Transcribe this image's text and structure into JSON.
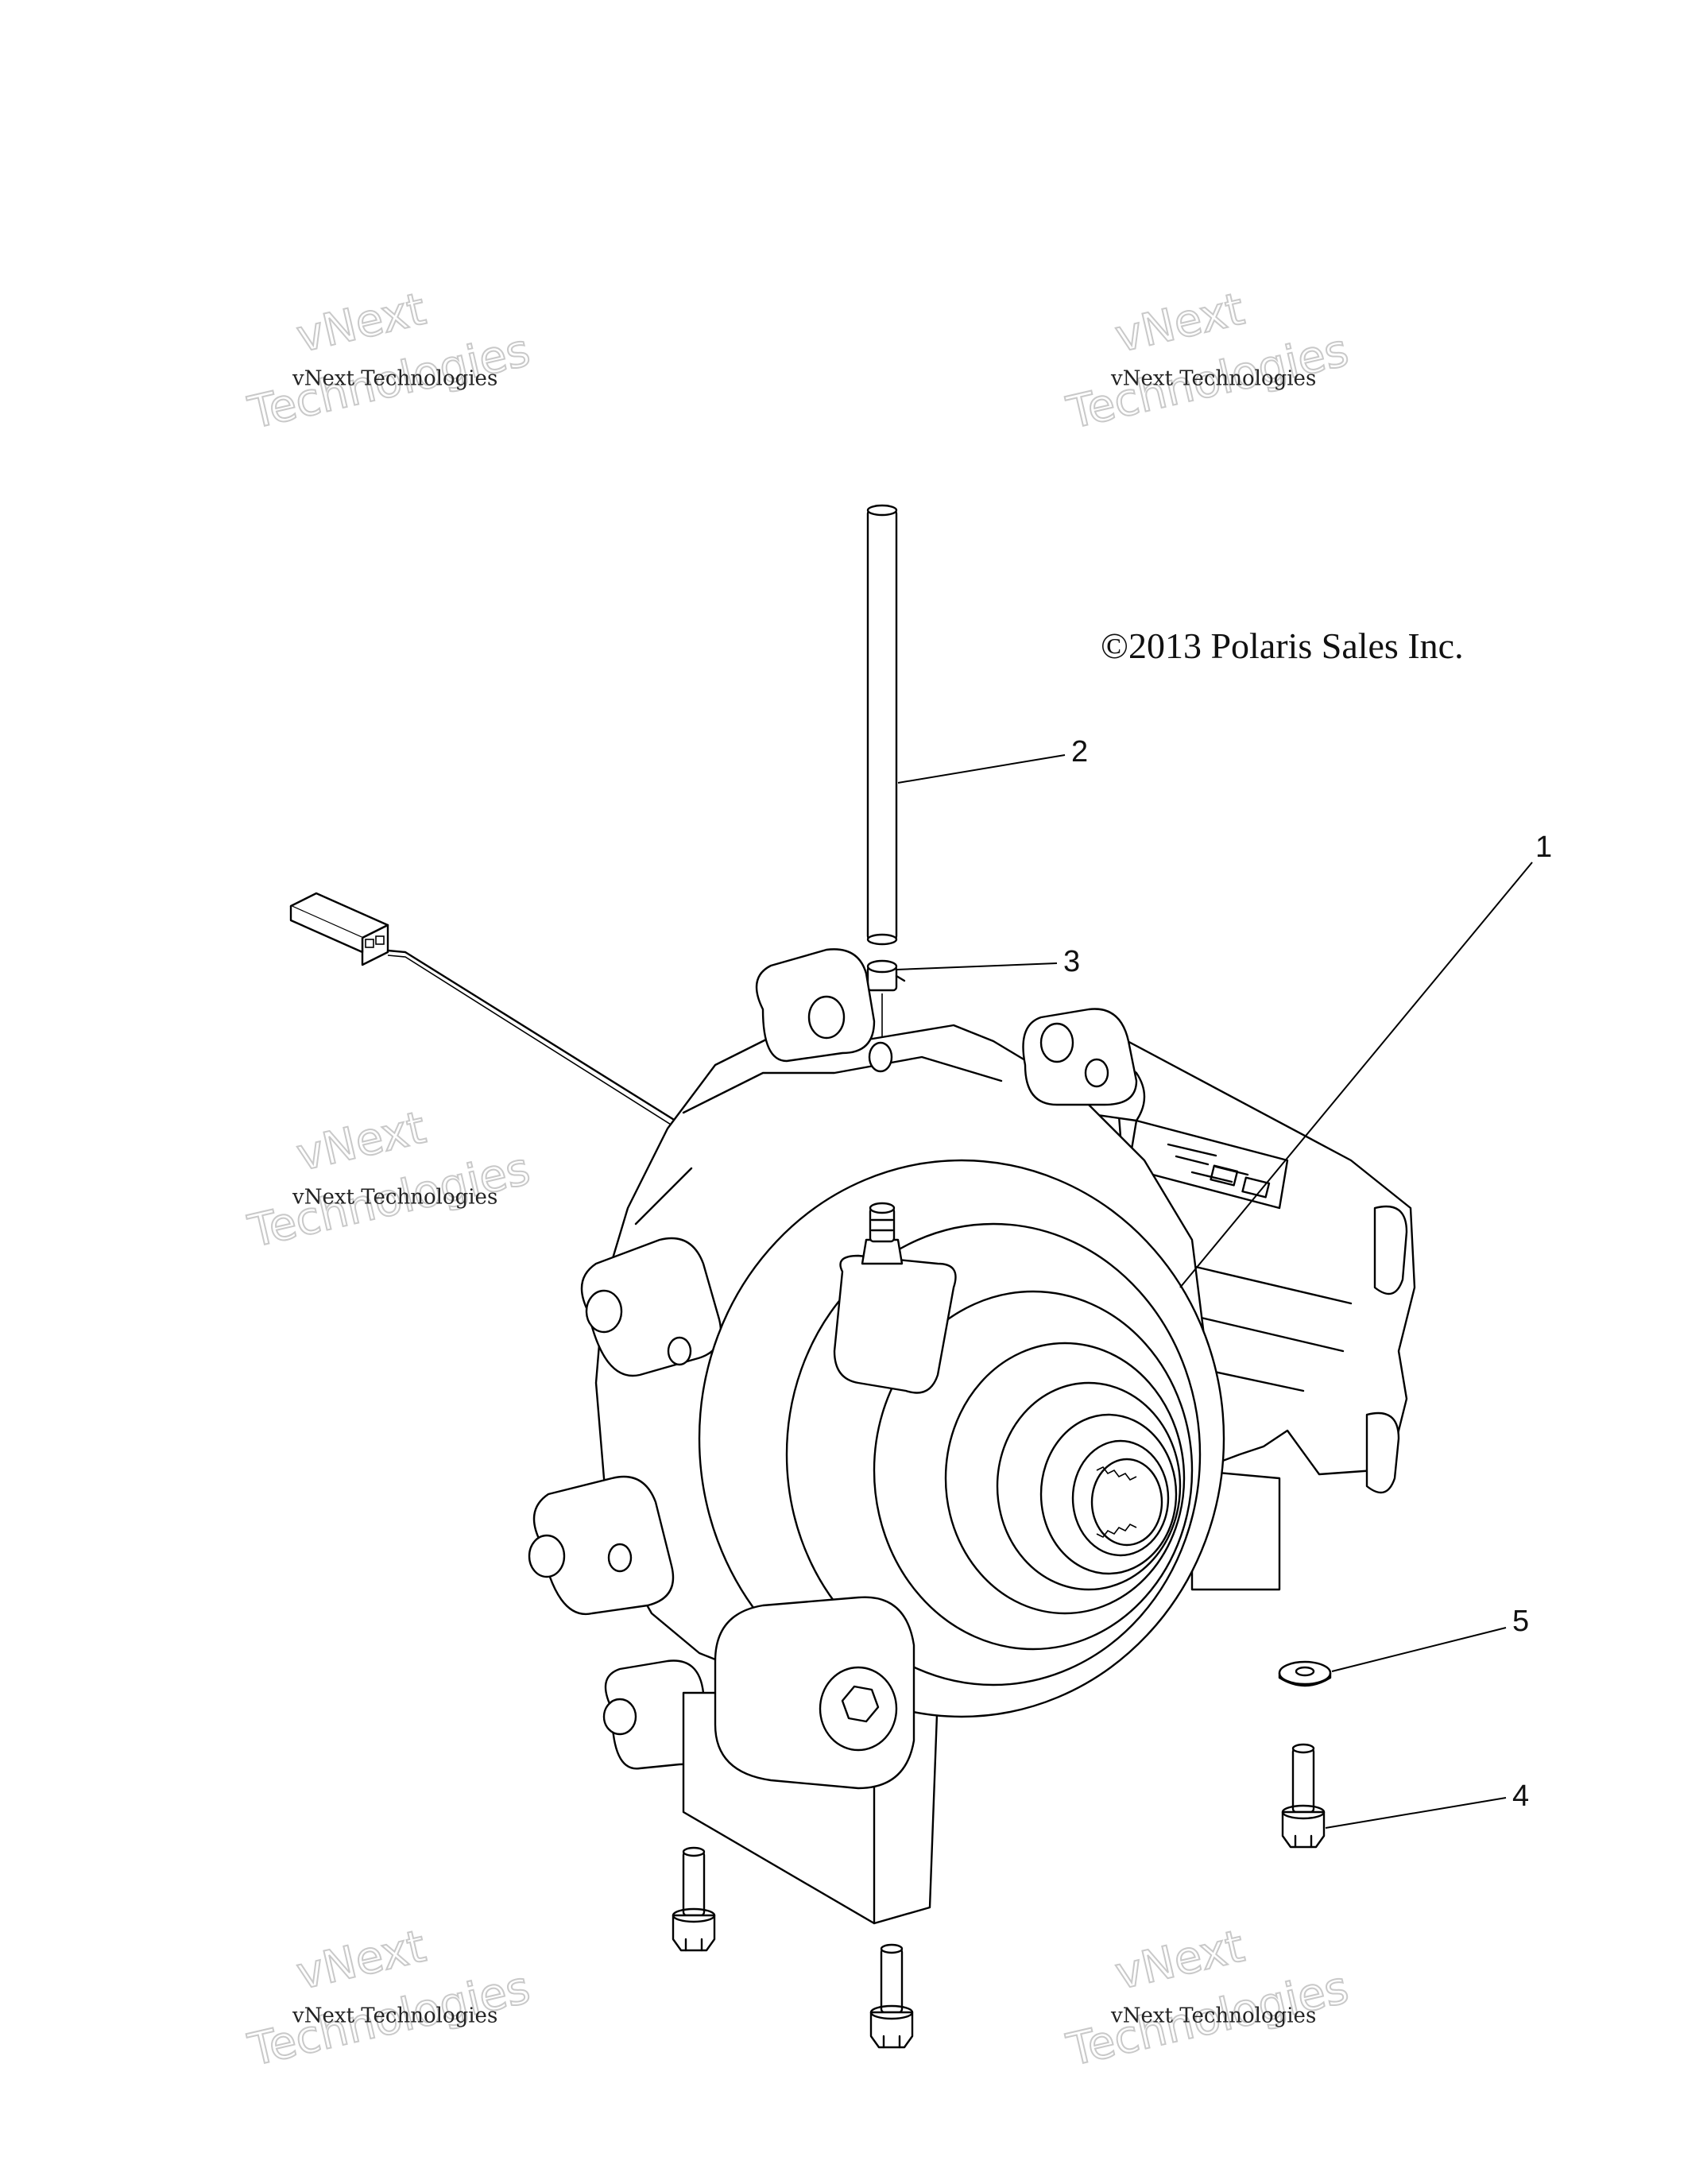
{
  "copyright": "©2013 Polaris Sales Inc.",
  "callouts": [
    {
      "number": "1",
      "part": "gearcase"
    },
    {
      "number": "2",
      "part": "vent-tube"
    },
    {
      "number": "3",
      "part": "clamp"
    },
    {
      "number": "4",
      "part": "bolt"
    },
    {
      "number": "5",
      "part": "washer"
    }
  ],
  "watermark": {
    "small_text": "vNext Technologies",
    "big_line1": "vNext",
    "big_line2": "Technologies"
  }
}
